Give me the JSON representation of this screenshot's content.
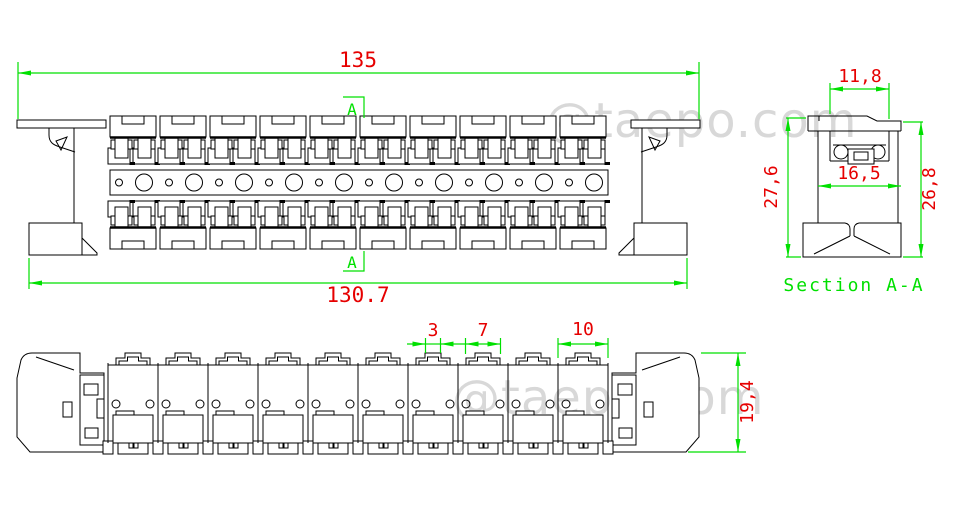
{
  "drawing": {
    "watermark": "@taepo.com",
    "colors": {
      "line": "#000000",
      "dimension_line": "#00e000",
      "dimension_text": "#e60000",
      "watermark": "#d8d8d8",
      "background": "#ffffff"
    },
    "front_view": {
      "dim_overall_width": "135",
      "dim_body_width": "130.7",
      "section_label_top": "A",
      "section_label_bottom": "A"
    },
    "section_view": {
      "title": "Section A-A",
      "dim_top_slot_width": "11,8",
      "dim_inner_width": "16,5",
      "dim_height_left": "27,6",
      "dim_height_right": "26,8"
    },
    "bottom_view": {
      "dim_tab_width": "3",
      "dim_collar_width": "7",
      "dim_module_pitch": "10",
      "dim_depth": "19,4"
    }
  }
}
